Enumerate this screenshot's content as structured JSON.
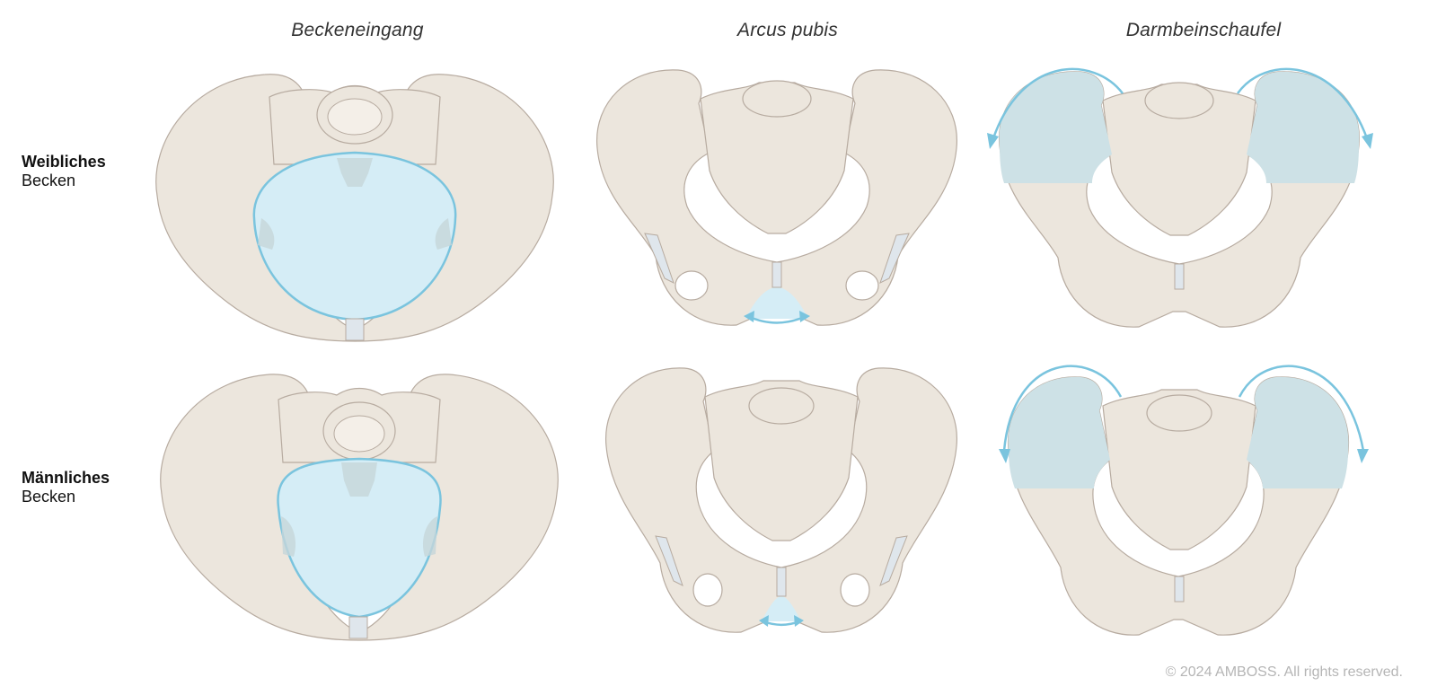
{
  "columns": [
    {
      "title": "Beckeneingang"
    },
    {
      "title": "Arcus pubis"
    },
    {
      "title": "Darmbeinschaufel"
    }
  ],
  "rows": [
    {
      "label_bold": "Weibliches",
      "label_regular": "Becken"
    },
    {
      "label_bold": "Männliches",
      "label_regular": "Becken"
    }
  ],
  "copyright": "© 2024 AMBOSS. All rights reserved.",
  "colors": {
    "bone": "#ece6dd",
    "bone_outline": "#b7aba0",
    "highlight_fill": "#d5edf6",
    "highlight_stroke": "#7ac4de",
    "iliac_shade": "#cde1e6",
    "cartilage": "#dfe6ec"
  }
}
